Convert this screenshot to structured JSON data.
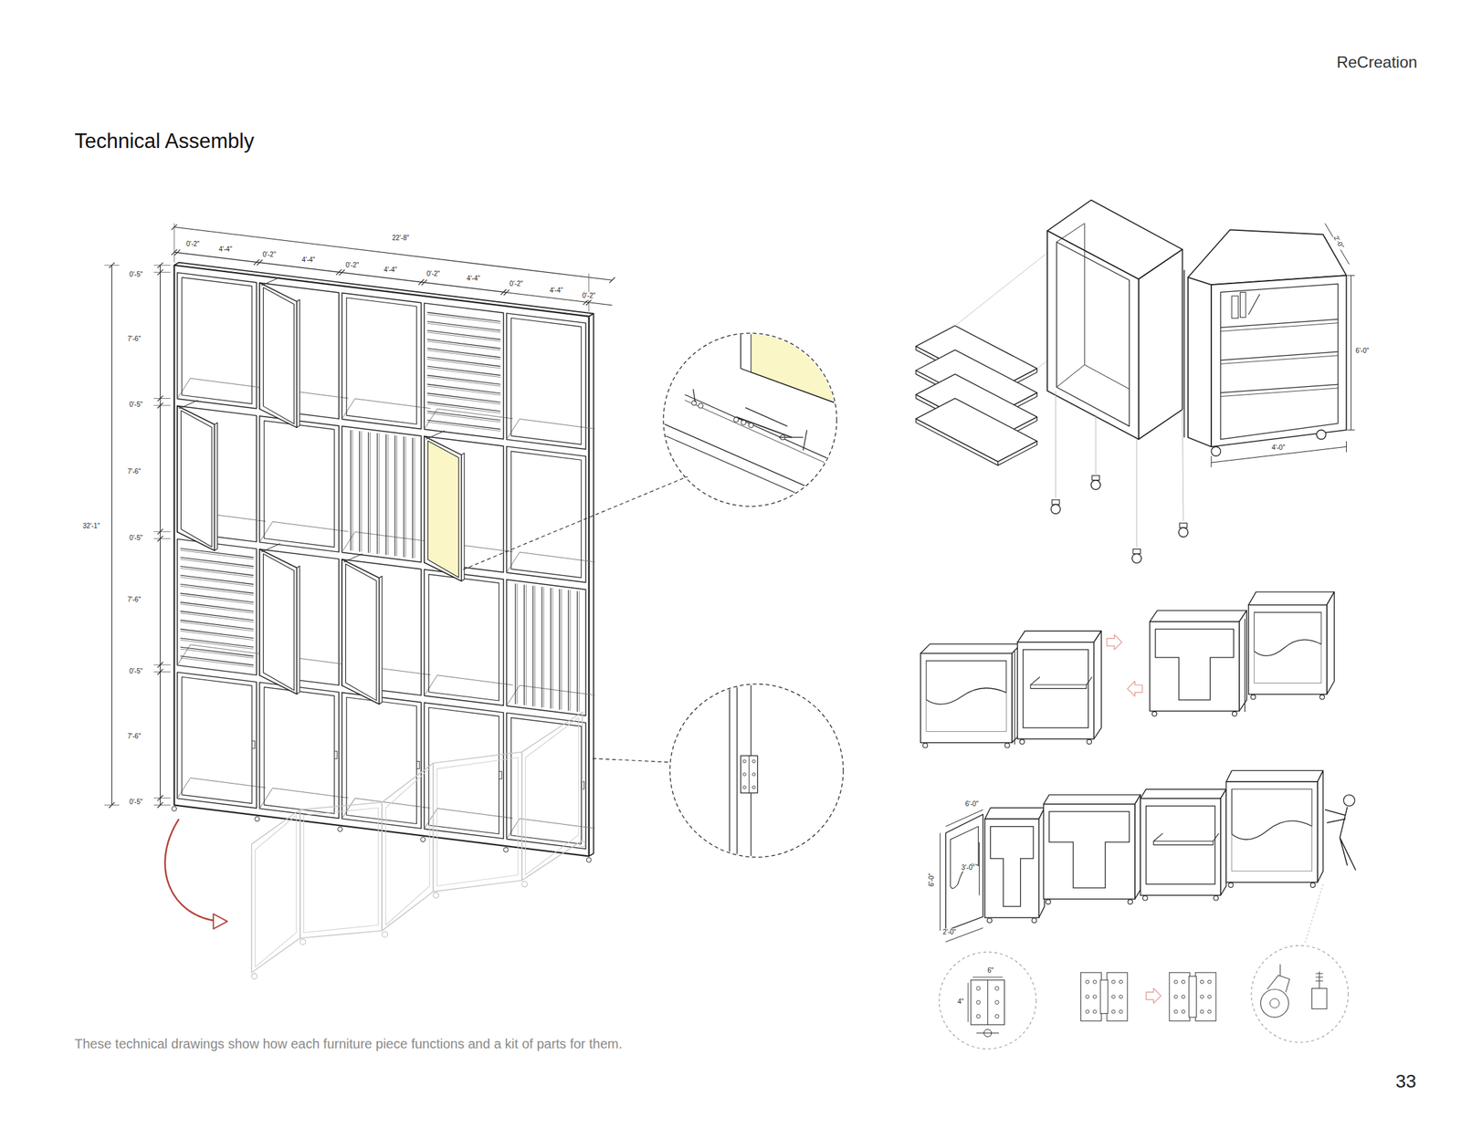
{
  "diagram": {
    "title": "Technical Assembly",
    "caption": "These technical drawings show how each furniture piece functions and a kit of parts for them.",
    "labels": [
      "ReCreation",
      "33",
      "22'-8\"",
      "0'-2\"",
      "4'-4\"",
      "0'-2\"",
      "4'-4\"",
      "0'-2\"",
      "4'-4\"",
      "0'-2\"",
      "4'-4\"",
      "0'-2\"",
      "4'-4\"",
      "0'-2\"",
      "0'-5\"",
      "7'-6\"",
      "0'-5\"",
      "7'-6\"",
      "0'-5\"",
      "7'-6\"",
      "0'-5\"",
      "7'-6\"",
      "0'-5\"",
      "32'-1\"",
      "2'-0\"",
      "6'-0\"",
      "4'-0\"",
      "6'-0\"",
      "3'-0\"",
      "6'-0\"",
      "2'-0\"",
      "6\"",
      "4\""
    ]
  }
}
